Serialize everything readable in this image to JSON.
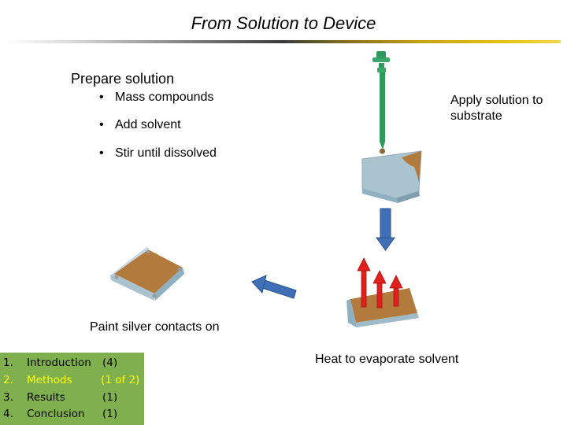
{
  "title": "From Solution to Device",
  "prepare": {
    "heading": "Prepare solution",
    "bullets": [
      "Mass compounds",
      "Add solvent",
      "Stir until dissolved"
    ]
  },
  "captions": {
    "apply": "Apply solution to substrate",
    "paint": "Paint silver contacts on",
    "heat": "Heat to evaporate solvent"
  },
  "outline": [
    {
      "num": "1.",
      "label": "Introduction",
      "count": "(4)"
    },
    {
      "num": "2.",
      "label": "Methods",
      "count": "(1 of 2)",
      "current": true
    },
    {
      "num": "3.",
      "label": "Results",
      "count": "(1)"
    },
    {
      "num": "4.",
      "label": "Conclusion",
      "count": "(1)"
    }
  ],
  "colors": {
    "accent_gold": "#c9a612",
    "substrate_blue": "#a9c3cf",
    "film_brown": "#b27a3c",
    "pipette_green": "#2f9a5e",
    "arrow_blue": "#3f6fb6",
    "heat_red": "#e0201c",
    "nav_green": "#7fb04d",
    "nav_current": "#ffff00"
  }
}
